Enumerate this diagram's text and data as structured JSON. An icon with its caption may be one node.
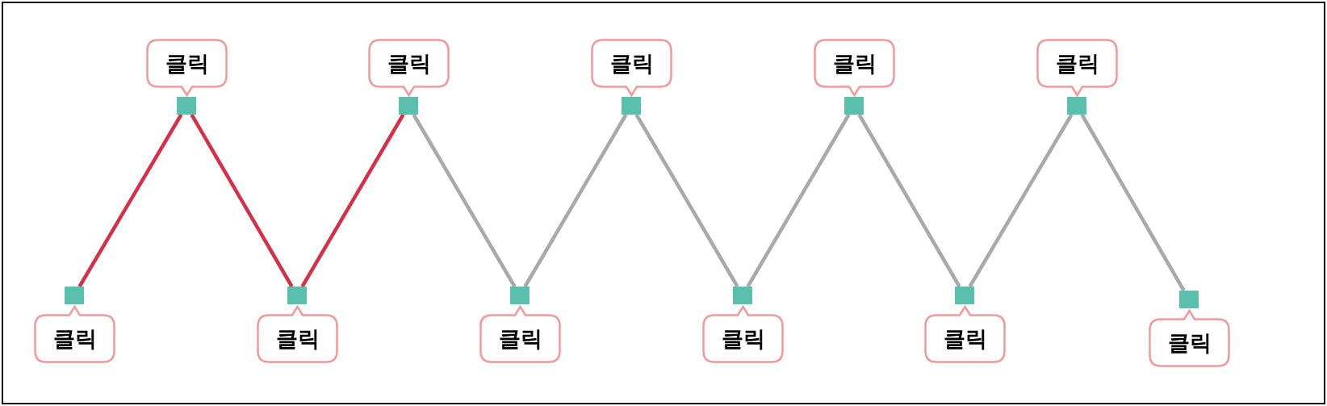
{
  "diagram": {
    "nodes": [
      {
        "text": [
          "클릭"
        ]
      },
      {
        "text": [],
        "shape": "box"
      },
      {
        "text": [
          "클릭"
        ]
      },
      {
        "text": [],
        "shape": "box"
      },
      {
        "text": [
          "클릭"
        ]
      },
      {
        "text": [],
        "shape": "box"
      },
      {
        "text": [
          "클릭"
        ]
      },
      {
        "text": [],
        "shape": "box"
      },
      {
        "text": [
          "클릭"
        ]
      },
      {
        "text": [],
        "shape": "box"
      },
      {
        "text": [
          "클릭"
        ]
      },
      {
        "text": [],
        "shape": "box"
      },
      {
        "text": [
          "클릭"
        ]
      },
      {
        "text": [],
        "shape": "box"
      },
      {
        "text": [
          "클릭"
        ]
      },
      {
        "text": [],
        "shape": "box"
      },
      {
        "text": [
          "클릭"
        ]
      },
      {
        "text": [],
        "shape": "box"
      },
      {
        "text": [
          "클릭"
        ]
      },
      {
        "text": [],
        "shape": "box"
      },
      {
        "text": [
          "클릭"
        ]
      },
      {
        "text": [],
        "shape": "box"
      }
    ],
    "edges": [
      {
        "from": 1,
        "to": 3,
        "arrow": "none",
        "color": "#d0324a"
      },
      {
        "from": 3,
        "to": 5,
        "arrow": "none",
        "color": "#d0324a"
      },
      {
        "from": 5,
        "to": 7,
        "arrow": "none",
        "color": "#d0324a"
      },
      {
        "from": 7,
        "to": 9,
        "arrow": "none"
      },
      {
        "from": 9,
        "to": 11,
        "arrow": "none"
      },
      {
        "from": 11,
        "to": 13,
        "arrow": "none"
      },
      {
        "from": 13,
        "to": 15,
        "arrow": "none"
      },
      {
        "from": 15,
        "to": 17,
        "arrow": "none"
      },
      {
        "from": 17,
        "to": 19,
        "arrow": "none"
      },
      {
        "from": 19,
        "to": 21,
        "arrow": "none"
      }
    ]
  }
}
